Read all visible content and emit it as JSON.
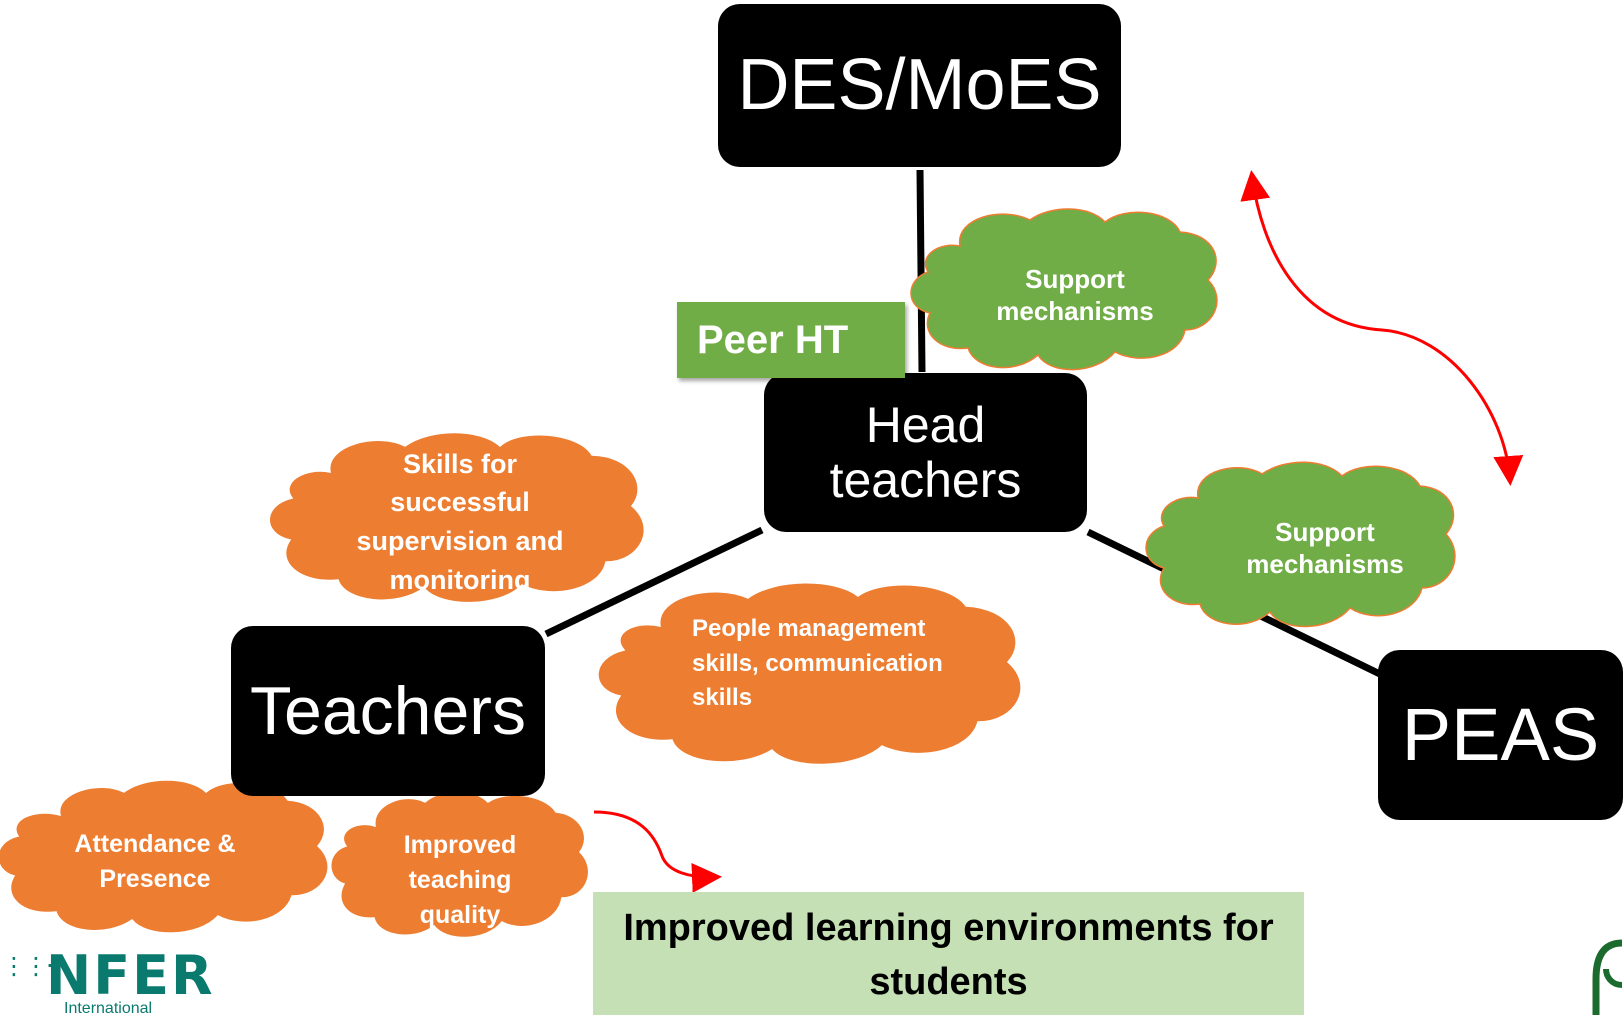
{
  "nodes": {
    "des_moes": "DES/MoES",
    "head_teachers_line1": "Head",
    "head_teachers_line2": "teachers",
    "teachers": "Teachers",
    "peas": "PEAS"
  },
  "labels": {
    "peer_ht": "Peer HT"
  },
  "clouds": {
    "support_top_line1": "Support",
    "support_top_line2": "mechanisms",
    "support_right_line1": "Support",
    "support_right_line2": "mechanisms",
    "skills_line1": "Skills for",
    "skills_line2": "successful",
    "skills_line3": "supervision  and",
    "skills_line4": "monitoring",
    "people_line1": "People management",
    "people_line2": "skills, communication",
    "people_line3": "skills",
    "attendance_line1": "Attendance &",
    "attendance_line2": "Presence",
    "improved_line1": "Improved",
    "improved_line2": "teaching",
    "improved_line3": "quality"
  },
  "outcome": {
    "line1": "Improved learning environments for",
    "line2": "students"
  },
  "logo": {
    "word": "NFER",
    "subtitle": "International"
  },
  "colors": {
    "node": "#000000",
    "cloud_green": "#70ad47",
    "cloud_orange": "#ed7d31",
    "outcome_bg": "#c5e0b4",
    "arrow_red": "#ff0000",
    "logo_teal": "#0a7a6e"
  }
}
